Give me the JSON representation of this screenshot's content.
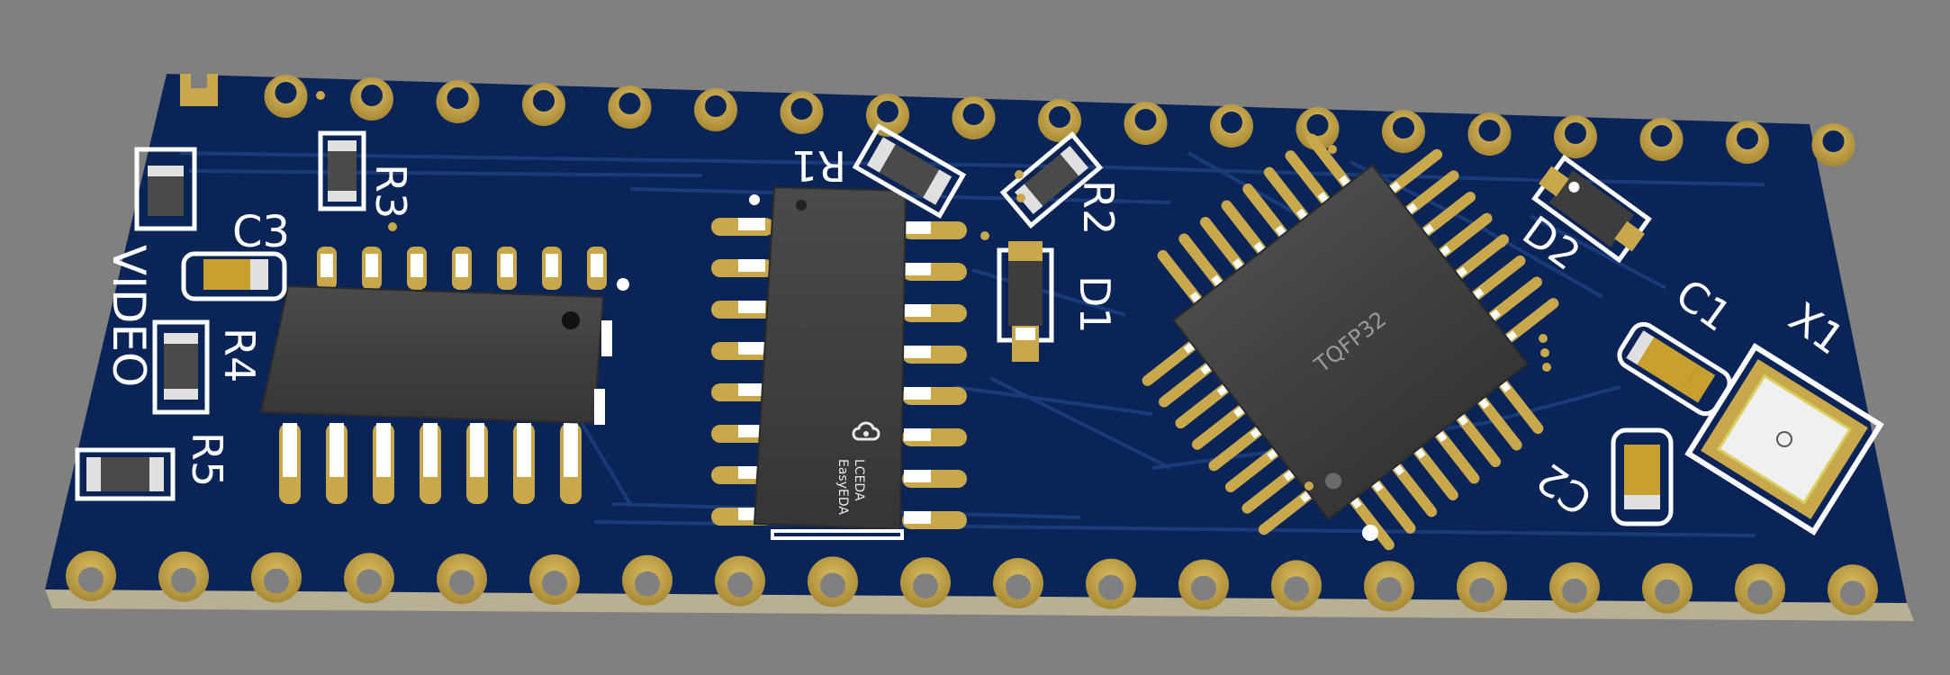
{
  "board": {
    "colors": {
      "background": "#808080",
      "soldermask": "#0b2457",
      "pcb_edge": "#b8b094",
      "copper_pad": "#c8a84b",
      "chip_body": "#3d3d3d",
      "silkscreen": "#ffffff",
      "trace": "#1a3a78"
    },
    "labels": {
      "video": "VIDEO",
      "r1": "R1",
      "r2": "R2",
      "r3": "R3",
      "r4": "R4",
      "r5": "R5",
      "c1": "C1",
      "c2": "C2",
      "c3": "C3",
      "d1": "D1",
      "d2": "D2",
      "x1": "X1"
    },
    "chips": {
      "tqfp_marking": "TQFP32",
      "logo_line1": "LCEDA",
      "logo_line2": "EasyEDA"
    },
    "icons": {
      "logo": "cloud-logo-icon"
    }
  }
}
